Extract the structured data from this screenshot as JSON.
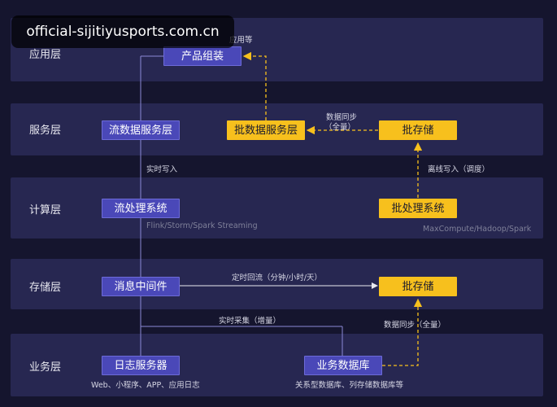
{
  "layers": {
    "app": "应用层",
    "service": "服务层",
    "compute": "计算层",
    "storage": "存储层",
    "business": "业务层"
  },
  "nodes": {
    "product_assembly": "产品组装",
    "stream_data_service": "流数据服务层",
    "batch_data_service": "批数据服务层",
    "batch_storage_top": "批存储",
    "stream_processing": "流处理系统",
    "batch_processing": "批处理系统",
    "message_middleware": "消息中间件",
    "batch_storage_mid": "批存储",
    "log_server": "日志服务器",
    "business_db": "业务数据库"
  },
  "captions": {
    "app_partial": "应用等",
    "sync_full_line1": "数据同步",
    "sync_full_line2": "（全量）",
    "realtime_write": "实时写入",
    "offline_write": "离线写入（调度）",
    "stream_tools": "Flink/Storm/Spark Streaming",
    "batch_tools": "MaxCompute/Hadoop/Spark",
    "scheduled_backflow": "定时回流（分钟/小时/天）",
    "realtime_collect": "实时采集（增量）",
    "sync_full_bottom": "数据同步（全量）",
    "log_sources": "Web、小程序、APP、应用日志",
    "db_types": "关系型数据库、列存储数据库等"
  },
  "watermark": "official-sijitiyusports.com.cn",
  "colors": {
    "background": "#15152e",
    "layer": "#272751",
    "blue_node": "#4a48b8",
    "yellow_node": "#f7c01d",
    "line": "#8b89d6"
  }
}
